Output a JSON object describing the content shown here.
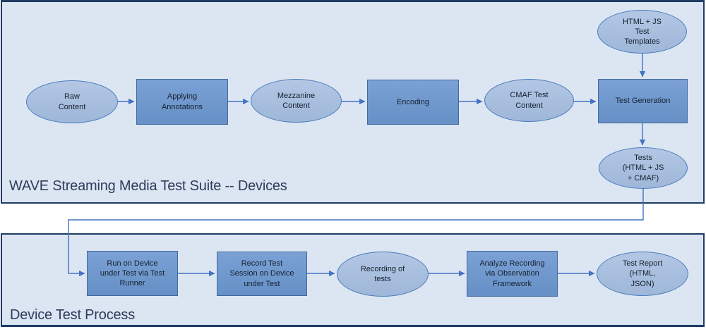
{
  "sections": {
    "wave_suite": {
      "title": "WAVE Streaming Media Test Suite -- Devices"
    },
    "device_process": {
      "title": "Device Test Process"
    }
  },
  "nodes": {
    "raw_content": {
      "label": "Raw\nContent",
      "shape": "ellipse"
    },
    "applying_annotations": {
      "label": "Applying\nAnnotations",
      "shape": "rect"
    },
    "mezzanine_content": {
      "label": "Mezzanine\nContent",
      "shape": "ellipse"
    },
    "encoding": {
      "label": "Encoding",
      "shape": "rect"
    },
    "cmaf_test_content": {
      "label": "CMAF Test\nContent",
      "shape": "ellipse"
    },
    "html_js_test_templates": {
      "label": "HTML + JS\nTest\nTemplates",
      "shape": "ellipse"
    },
    "test_generation": {
      "label": "Test Generation",
      "shape": "rect"
    },
    "tests_output": {
      "label": "Tests\n(HTML + JS\n+ CMAF)",
      "shape": "ellipse"
    },
    "run_on_device": {
      "label": "Run on Device\nunder Test via Test\nRunner",
      "shape": "rect"
    },
    "record_test_session": {
      "label": "Record Test\nSession on Device\nunder Test",
      "shape": "rect"
    },
    "recording_of_tests": {
      "label": "Recording of\ntests",
      "shape": "ellipse"
    },
    "analyze_recording": {
      "label": "Analyze Recording\nvia Observation\nFramework",
      "shape": "rect"
    },
    "test_report": {
      "label": "Test Report\n(HTML,\nJSON)",
      "shape": "ellipse"
    }
  },
  "edges": [
    {
      "from": "raw_content",
      "to": "applying_annotations"
    },
    {
      "from": "applying_annotations",
      "to": "mezzanine_content"
    },
    {
      "from": "mezzanine_content",
      "to": "encoding"
    },
    {
      "from": "encoding",
      "to": "cmaf_test_content"
    },
    {
      "from": "cmaf_test_content",
      "to": "test_generation"
    },
    {
      "from": "html_js_test_templates",
      "to": "test_generation"
    },
    {
      "from": "test_generation",
      "to": "tests_output"
    },
    {
      "from": "tests_output",
      "to": "run_on_device"
    },
    {
      "from": "run_on_device",
      "to": "record_test_session"
    },
    {
      "from": "record_test_session",
      "to": "recording_of_tests"
    },
    {
      "from": "recording_of_tests",
      "to": "analyze_recording"
    },
    {
      "from": "analyze_recording",
      "to": "test_report"
    }
  ],
  "colors": {
    "page_bg": "#ffffff",
    "container_fill": "#dce6f2",
    "container_border": "#1f3c63",
    "ellipse_fill": "#a9bfdf",
    "ellipse_border": "#4a7cbd",
    "rect_fill": "#6f99cd",
    "rect_border": "#41699c",
    "arrow": "#4472c4",
    "title_text": "#2e3c5c",
    "node_text": "#16202e"
  }
}
